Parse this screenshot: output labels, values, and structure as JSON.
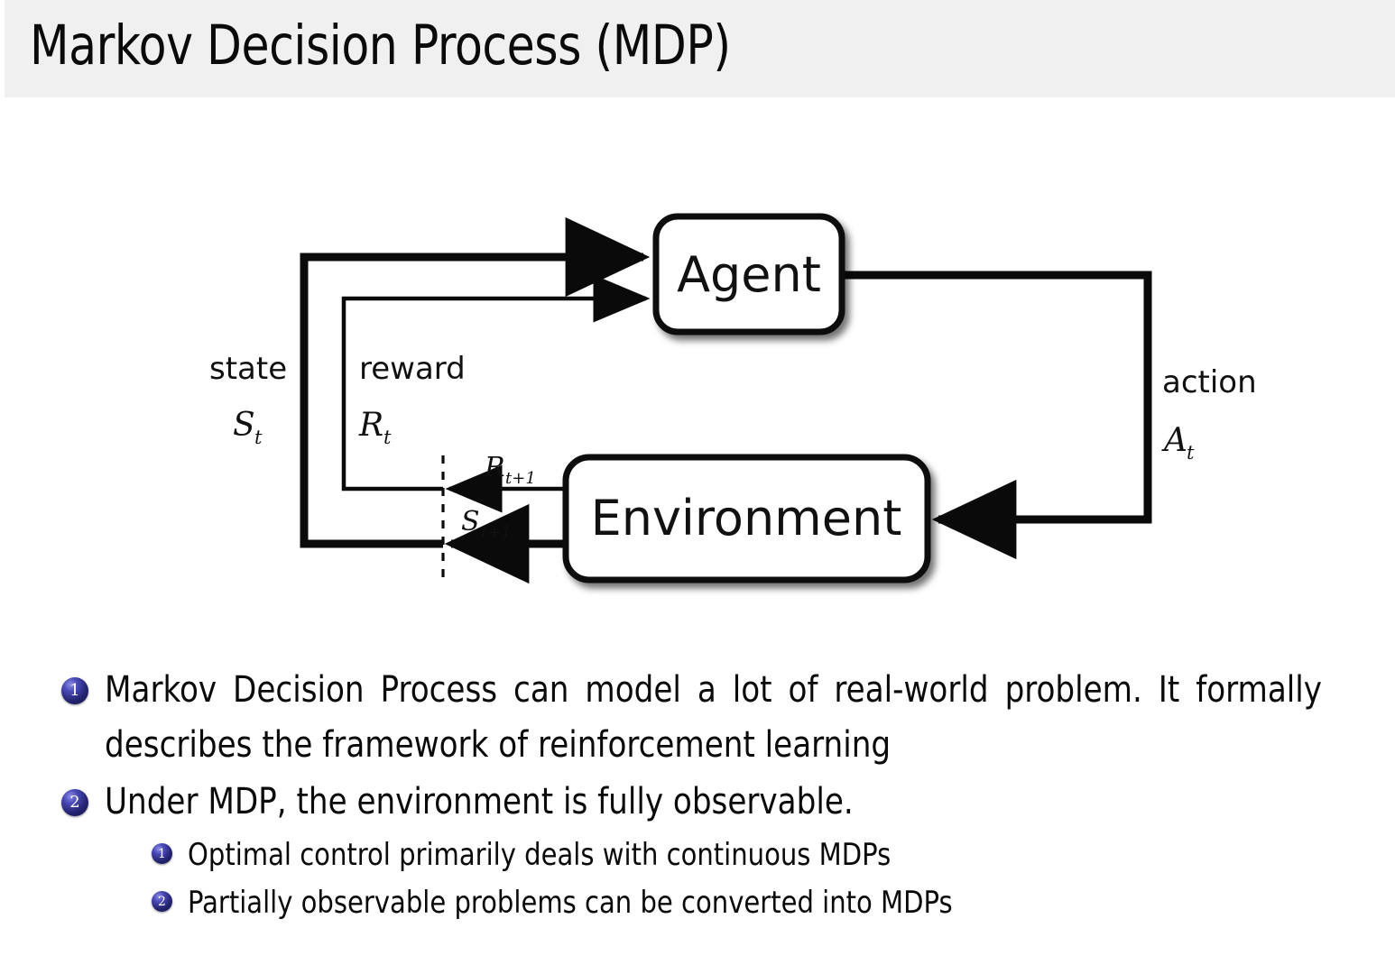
{
  "slide": {
    "title": "Markov Decision Process (MDP)",
    "background_color": "#ffffff",
    "title_bar_color": "#f0f0f0",
    "bullet_marker_color": "#23236f"
  },
  "diagram": {
    "name": "agent-environment-interaction-loop",
    "nodes": [
      {
        "id": "agent",
        "label": "Agent"
      },
      {
        "id": "environment",
        "label": "Environment"
      }
    ],
    "edge_labels": {
      "state_word": "state",
      "state_symbol": "S",
      "state_subscript": "t",
      "reward_word": "reward",
      "reward_symbol": "R",
      "reward_subscript": "t",
      "action_word": "action",
      "action_symbol": "A",
      "action_subscript": "t",
      "next_reward_symbol": "R",
      "next_reward_subscript": "t+1",
      "next_state_symbol": "S",
      "next_state_subscript": "t+1"
    }
  },
  "bullets": [
    {
      "number": "1",
      "level": 1,
      "text": "Markov Decision Process can model a lot of real-world problem. It formally describes the framework of reinforcement learning"
    },
    {
      "number": "2",
      "level": 1,
      "text": "Under MDP, the environment is fully observable."
    },
    {
      "number": "1",
      "level": 2,
      "text": "Optimal control primarily deals with continuous MDPs"
    },
    {
      "number": "2",
      "level": 2,
      "text": "Partially observable problems can be converted into MDPs"
    }
  ]
}
